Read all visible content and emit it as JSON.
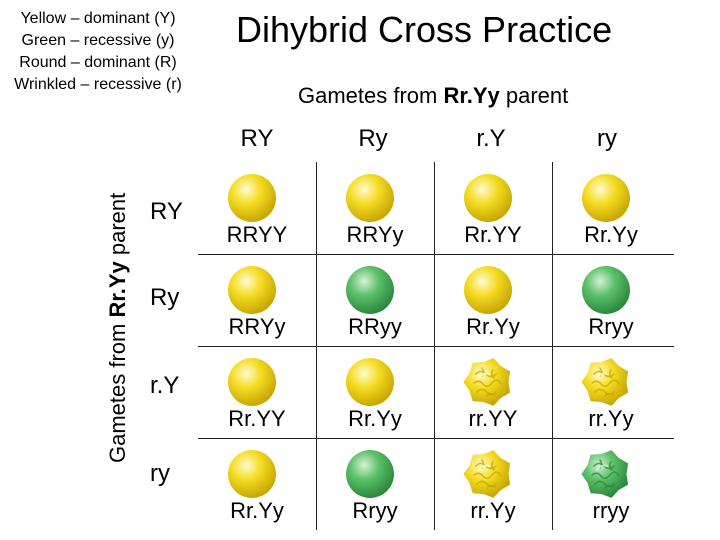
{
  "legend": {
    "line1": "Yellow – dominant (Y)",
    "line2": "Green – recessive (y)",
    "line3": "Round – dominant (R)",
    "line4": "Wrinkled – recessive (r)"
  },
  "title": "Dihybrid Cross Practice",
  "top_label": {
    "prefix": "Gametes from ",
    "genotype": "Rr.Yy",
    "suffix": " parent"
  },
  "side_label": {
    "prefix": "Gametes from ",
    "genotype": "Rr.Yy",
    "suffix": " parent"
  },
  "columns": [
    "RY",
    "Ry",
    "r.Y",
    "ry"
  ],
  "rows": [
    "RY",
    "Ry",
    "r.Y",
    "ry"
  ],
  "colors": {
    "yellow_light": "#fffbd0",
    "yellow_mid": "#f5dc24",
    "yellow_dark": "#c8a800",
    "green_light": "#d4f2d4",
    "green_mid": "#5cc06a",
    "green_dark": "#2a8a3c"
  },
  "cells": [
    [
      {
        "genotype": "RRYY",
        "color": "yellow",
        "shape": "round"
      },
      {
        "genotype": "RRYy",
        "color": "yellow",
        "shape": "round"
      },
      {
        "genotype": "Rr.YY",
        "color": "yellow",
        "shape": "round"
      },
      {
        "genotype": "Rr.Yy",
        "color": "yellow",
        "shape": "round"
      }
    ],
    [
      {
        "genotype": "RRYy",
        "color": "yellow",
        "shape": "round"
      },
      {
        "genotype": "RRyy",
        "color": "green",
        "shape": "round"
      },
      {
        "genotype": "Rr.Yy",
        "color": "yellow",
        "shape": "round"
      },
      {
        "genotype": "Rryy",
        "color": "green",
        "shape": "round"
      }
    ],
    [
      {
        "genotype": "Rr.YY",
        "color": "yellow",
        "shape": "round"
      },
      {
        "genotype": "Rr.Yy",
        "color": "yellow",
        "shape": "round"
      },
      {
        "genotype": "rr.YY",
        "color": "yellow",
        "shape": "wrinkled"
      },
      {
        "genotype": "rr.Yy",
        "color": "yellow",
        "shape": "wrinkled"
      }
    ],
    [
      {
        "genotype": "Rr.Yy",
        "color": "yellow",
        "shape": "round"
      },
      {
        "genotype": "Rryy",
        "color": "green",
        "shape": "round"
      },
      {
        "genotype": "rr.Yy",
        "color": "yellow",
        "shape": "wrinkled"
      },
      {
        "genotype": "rryy",
        "color": "green",
        "shape": "wrinkled"
      }
    ]
  ]
}
